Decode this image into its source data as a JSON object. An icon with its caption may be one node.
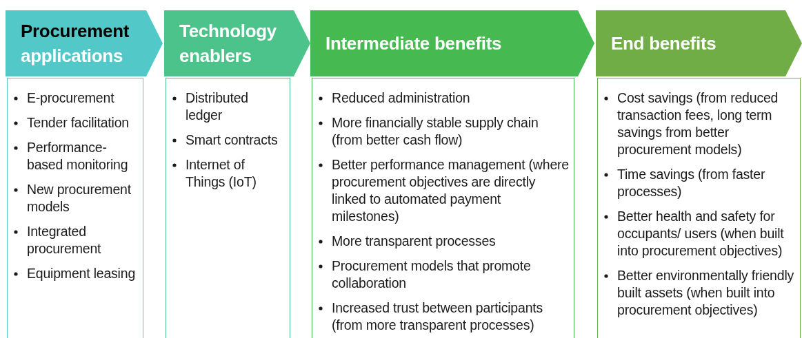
{
  "diagram": {
    "nodes": [
      {
        "text": [
          "Procurement applications"
        ]
      },
      {
        "text": [
          "E-procurement",
          "Tender facilitation",
          "Performance-based monitoring",
          "New procurement models",
          "Integrated procurement",
          "Equipment leasing"
        ]
      },
      {
        "text": [
          "Technology enablers"
        ]
      },
      {
        "text": [
          "Distributed ledger",
          "Smart contracts",
          "Internet of Things (IoT)"
        ]
      },
      {
        "text": [
          "Intermediate benefits"
        ]
      },
      {
        "text": [
          "Reduced administration",
          "More financially stable supply chain (from better cash flow)",
          "Better performance management (where procurement objectives are directly linked to automated payment milestones)",
          "More transparent processes",
          "Procurement models that promote collaboration",
          "Increased trust between participants (from more transparent processes)"
        ]
      },
      {
        "text": [
          "End benefits"
        ]
      },
      {
        "text": [
          "Cost savings (from reduced transaction fees, long term savings from better procurement models)",
          "Time savings (from faster processes)",
          "Better health and safety for occupants/ users (when built into procurement objectives)",
          "Better environmentally friendly built assets (when built into procurement objectives)"
        ]
      }
    ]
  }
}
